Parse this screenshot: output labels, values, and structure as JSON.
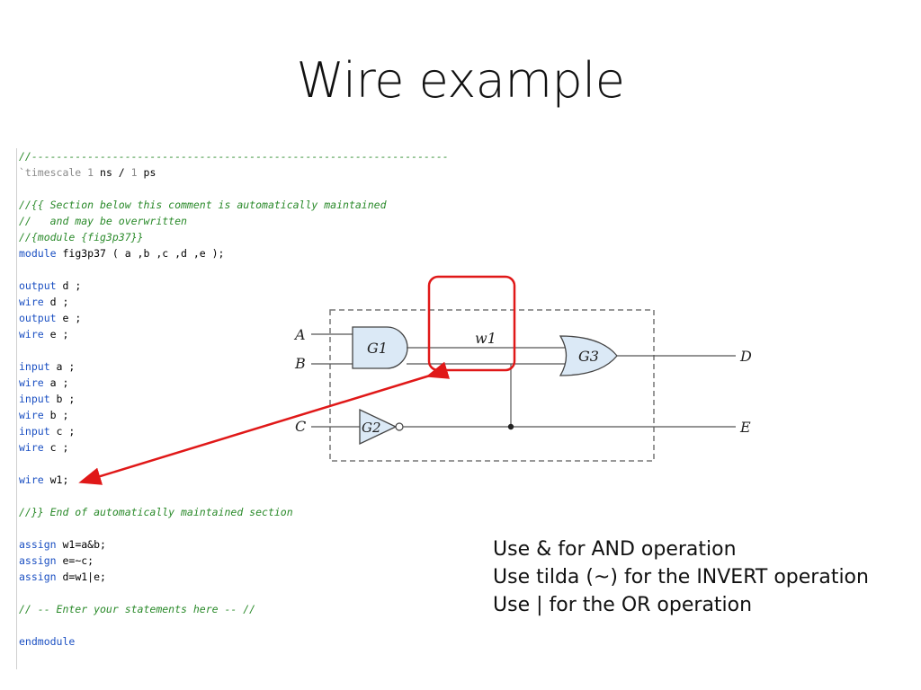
{
  "slide": {
    "title": "Wire example"
  },
  "code": {
    "l01": "//-------------------------------------------------------------------",
    "l02a": "`timescale",
    "l02b": " 1",
    "l02c": " ns / ",
    "l02d": "1",
    "l02e": " ps",
    "l04": "//{{ Section below this comment is automatically maintained",
    "l05": "//   and may be overwritten",
    "l06": "//{module {fig3p37}}",
    "l07a": "module",
    "l07b": " fig3p37 ( a ,b ,c ,d ,e );",
    "l09a": "output",
    "l09b": " d ;",
    "l10a": "wire",
    "l10b": " d ;",
    "l11a": "output",
    "l11b": " e ;",
    "l12a": "wire",
    "l12b": " e ;",
    "l14a": "input",
    "l14b": " a ;",
    "l15a": "wire",
    "l15b": " a ;",
    "l16a": "input",
    "l16b": " b ;",
    "l17a": "wire",
    "l17b": " b ;",
    "l18a": "input",
    "l18b": " c ;",
    "l19a": "wire",
    "l19b": " c ;",
    "l21a": "wire",
    "l21b": " w1;",
    "l23": "//}} End of automatically maintained section",
    "l25a": "assign",
    "l25b": " w1=a&b;",
    "l26a": "assign",
    "l26b": " e=~c;",
    "l27a": "assign",
    "l27b": " d=w1|e;",
    "l29": "// -- Enter your statements here -- //",
    "l31": "endmodule"
  },
  "circuit": {
    "in_a": "A",
    "in_b": "B",
    "in_c": "C",
    "out_d": "D",
    "out_e": "E",
    "gate_g1": "G1",
    "gate_g2": "G2",
    "gate_g3": "G3",
    "wire_label": "w1"
  },
  "notes": {
    "line1": "Use & for AND operation",
    "line2": "Use tilda (~) for the INVERT operation",
    "line3": "Use | for the OR operation"
  },
  "colors": {
    "keyword": "#1a4fc2",
    "comment": "#2a8a2a",
    "highlight": "#e01818"
  }
}
